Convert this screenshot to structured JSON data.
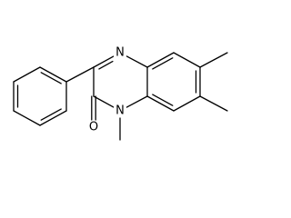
{
  "structure": {
    "atoms": [
      {
        "id": "N4",
        "label": "N"
      },
      {
        "id": "N1",
        "label": "N"
      },
      {
        "id": "O2",
        "label": "O"
      }
    ],
    "colors": {
      "bond": "#000000",
      "label": "#000000",
      "background": "#ffffff"
    }
  }
}
